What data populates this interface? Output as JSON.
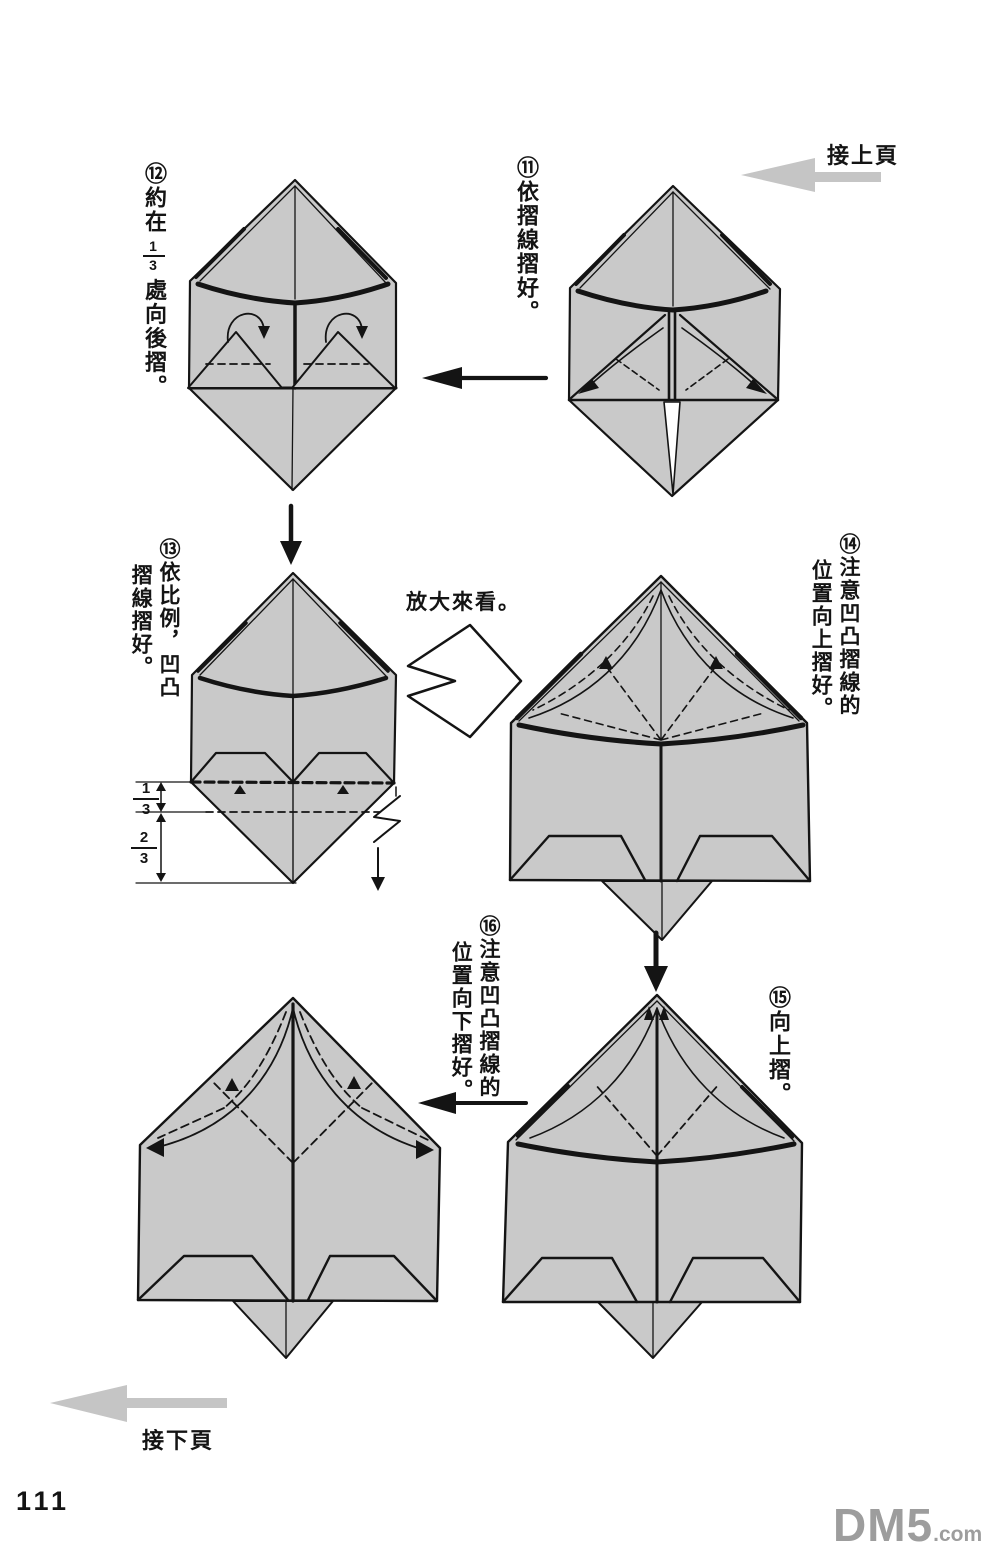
{
  "page": {
    "number": "111",
    "watermark_main": "DM5",
    "watermark_suffix": ".com"
  },
  "nav": {
    "prev": "接上頁",
    "next": "接下頁"
  },
  "annotations": {
    "zoom_note": "放大來看。",
    "fraction_one_third": {
      "numerator": "1",
      "denominator": "3"
    },
    "fraction_two_thirds": {
      "numerator": "2",
      "denominator": "3"
    }
  },
  "steps": {
    "s11": {
      "num": "⑪",
      "text": "依摺線摺好。"
    },
    "s12": {
      "num": "⑫",
      "pre": "約在",
      "frac_numerator": "1",
      "frac_denominator": "3",
      "post": "處向後摺。"
    },
    "s13": {
      "col1": "⑬依比例，凹凸",
      "col2": "摺線摺好。"
    },
    "s14": {
      "col1": "⑭注意凹凸摺線的",
      "col2": "位置向上摺好。"
    },
    "s15": {
      "text": "⑮向上摺。"
    },
    "s16": {
      "col1": "⑯注意凹凸摺線的",
      "col2": "位置向下摺好。"
    }
  },
  "colors": {
    "paper": "#c9c9c9",
    "ink": "#141414",
    "halftone": "#c5c5c5",
    "wm": "#9d9d9d"
  }
}
